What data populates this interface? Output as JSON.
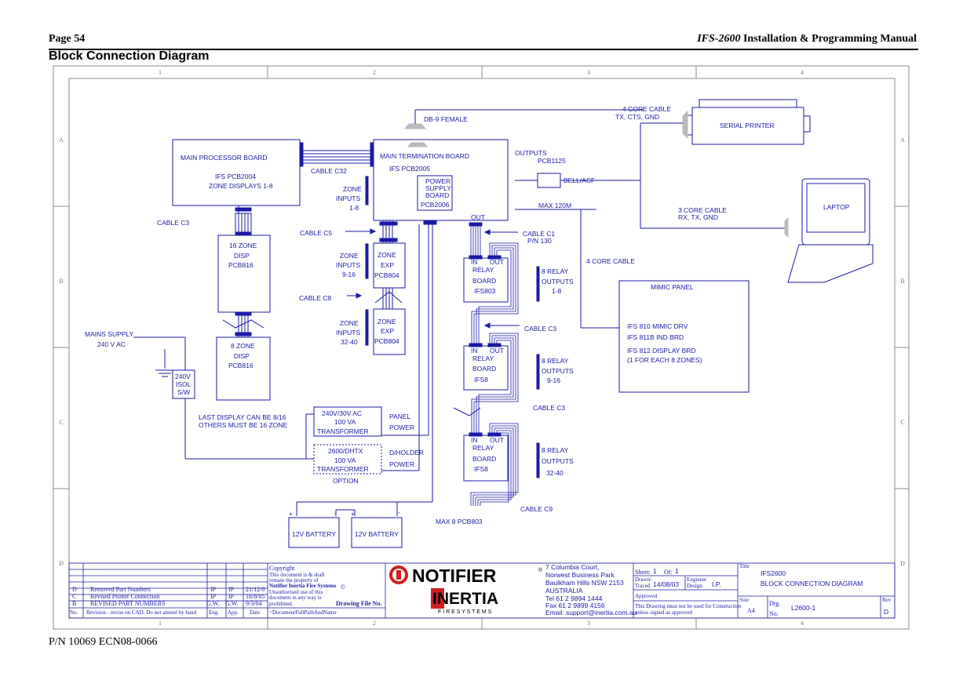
{
  "header": {
    "page": "Page 54",
    "manual_italic": "IFS-2600",
    "manual_rest": " Installation & Programming Manual"
  },
  "section_title": "Block Connection Diagram",
  "footer": "P/N 10069 ECN08-0066",
  "grid": {
    "columns": [
      "1",
      "2",
      "3",
      "4"
    ],
    "rows": [
      "A",
      "B",
      "C",
      "D"
    ]
  },
  "diagram": {
    "db9": "DB-9  FEMALE",
    "four_core_cable_1": "4 CORE CABLE",
    "tx_cts_gnd": "TX, CTS, GND",
    "serial_printer": "SERIAL PRINTER",
    "main_processor_board": "MAIN PROCESSOR BOARD",
    "ifs_pcb2004": "IFS PCB2004",
    "zone_displays": "ZONE DISPLAYS 1-8",
    "cable_c32": "CABLE C32",
    "main_termination_board": "MAIN TERMINATION BOARD",
    "ifs_pcb2005": "IFS PCB2005",
    "power_supply": [
      "POWER",
      "SUPPLY",
      "BOARD",
      "PCB2006"
    ],
    "outputs": "OUTPUTS",
    "pcb1125": "PCB1125",
    "bell_acf": "BELL/ACF",
    "max_120m": "MAX 120M",
    "laptop": "LAPTOP",
    "three_core_cable": "3 CORE CABLE",
    "rx_tx_gnd": "RX, TX, GND",
    "zone_inputs_1_8": [
      "ZONE",
      "INPUTS",
      "1-8"
    ],
    "cable_c3_left": "CABLE C3",
    "cable_c5": "CABLE C5",
    "out": "OUT",
    "cable_c1": "CABLE C1",
    "pn_130": "P/N 130",
    "zone16": [
      "16 ZONE",
      "DISP",
      "PCB816"
    ],
    "zone_inputs_9_16": [
      "ZONE",
      "INPUTS",
      "9-16"
    ],
    "zone_exp_1": [
      "ZONE",
      "EXP",
      "PCB804"
    ],
    "relay_in": "IN",
    "relay_out": "OUT",
    "relay_board": [
      "RELAY",
      "BOARD"
    ],
    "relay1_model": "IFS803",
    "relay2_model": "IFS8",
    "relay3_model": "IFS8",
    "eight_relay_1": [
      "8 RELAY",
      "OUTPUTS",
      "1-8"
    ],
    "four_core_cable_2": "4 CORE CABLE",
    "mimic_panel": "MIMIC PANEL",
    "cable_c8": "CABLE C8",
    "zone_inputs_32_40": [
      "ZONE",
      "INPUTS",
      "32-40"
    ],
    "zone_exp_2": [
      "ZONE",
      "EXP",
      "PCB804"
    ],
    "mains_supply": "MAINS SUPPLY",
    "v240_ac": "240 V AC",
    "zone8": [
      "8 ZONE",
      "DISP",
      "PCB816"
    ],
    "cable_c3_mid": "CABLE C3",
    "mimic_lines": [
      "IFS 810  MIMIC DRV",
      "IFS 811B  IND BRD",
      "IFS 812 DISPLAY BRD",
      " (1 FOR EACH 8 ZONES)"
    ],
    "eight_relay_2": [
      "8 RELAY",
      "OUTPUTS",
      "9-16"
    ],
    "isol": [
      "240V",
      "ISOL",
      "S/W"
    ],
    "last_display": [
      "LAST DISPLAY CAN BE 8/16",
      "OTHERS MUST BE 16 ZONE"
    ],
    "transformer1": [
      "240V/30V AC",
      "100 VA",
      "TRANSFORMER"
    ],
    "panel_power": [
      "PANEL",
      "POWER"
    ],
    "cable_c3_low": "CABLE C3",
    "transformer2": [
      "2600/DHTX",
      "100 VA",
      "TRANSFORMER"
    ],
    "dholder_power": [
      "D/HOLDER",
      "POWER"
    ],
    "option": "OPTION",
    "eight_relay_3": [
      "8 RELAY",
      "OUTPUTS",
      "32-40"
    ],
    "plus": "+",
    "minus": "-",
    "battery1": "12V BATTERY",
    "battery2": "12V BATTERY",
    "cable_c9": "CABLE C9",
    "max_8": "MAX 8 PCB803"
  },
  "title_block": {
    "revisions": [
      {
        "no": "D",
        "text": "Removed Part Numbers",
        "eng": "IP",
        "app": "IP",
        "date": "21/12/0"
      },
      {
        "no": "C",
        "text": "Revised Printer Connection",
        "eng": "IP",
        "app": "IP",
        "date": "18/8/05"
      },
      {
        "no": "B",
        "text": "REVISED PART NUMBERS",
        "eng": "G.W.",
        "app": "G.W.",
        "date": "9/3/04"
      }
    ],
    "rev_header": [
      "No.",
      "Revision - revise on CAD.  Do not amend by hand",
      "Eng.",
      "App.",
      "Date"
    ],
    "copyright": [
      "Copyright",
      "This document is & shall",
      "remain the property of",
      "Notifier Inertia Fire Systems",
      "Unauthorised use of this",
      "document in any way is",
      "prohibited."
    ],
    "copyright_symbol": "©",
    "drawing_file": "Drawing File No.",
    "drawing_file_path": "=DocumentFullPathAndName",
    "logo_notifier": "NOTIFIER",
    "logo_inertia": "INERTIA",
    "logo_sub": "F I R E   S Y S T E M S",
    "reg": "®",
    "address": [
      "7 Columbia Court,",
      "Norwest Business Park",
      "Baulkham Hills NSW 2153",
      " AUSTRALIA",
      "Tel   61 2 9894 1444",
      "Fax  61 2 9899 4156",
      "Email: support@inertia.com.au"
    ],
    "sheet_label": "Sheet:",
    "sheet": "1",
    "of_label": "Of:",
    "of": "1",
    "drawn_label": "Drawn/",
    "traced_label": "Traced",
    "drawn_date": "14/08/03",
    "engineer_label": "Engineer",
    "design_label": "Design",
    "engineer": "I.P.",
    "approved_label": "Approved",
    "approval_note": [
      "This Drawing must not be used for Construction",
      "unless signed as approved"
    ],
    "title_label": "Title",
    "title_line1": "IFS2600",
    "title_line2": "BLOCK CONNECTION DIAGRAM",
    "size_label": "Size",
    "size": "A4",
    "drg": "Drg.",
    "no": "No.",
    "drawing_no": "L2600-1",
    "rev_label": "Rev",
    "rev": "D"
  }
}
